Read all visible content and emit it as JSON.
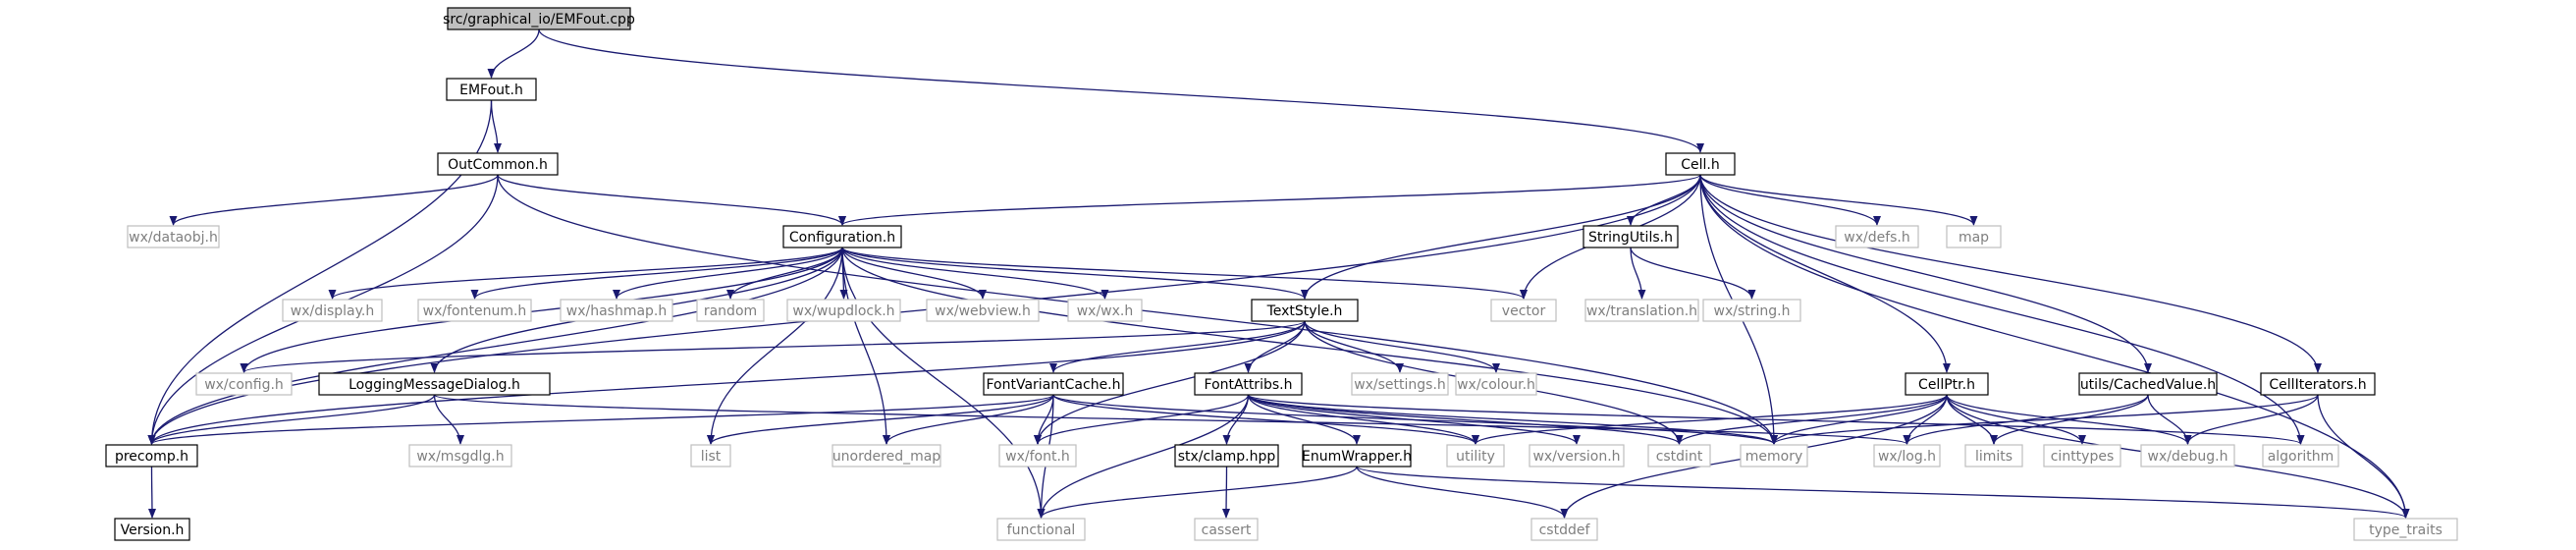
{
  "graph": {
    "nodes": [
      {
        "id": "root",
        "label": "src/graphical_io/EMFout.cpp",
        "kind": "root"
      },
      {
        "id": "emfout",
        "label": "EMFout.h",
        "kind": "internal"
      },
      {
        "id": "outcommon",
        "label": "OutCommon.h",
        "kind": "internal"
      },
      {
        "id": "cell",
        "label": "Cell.h",
        "kind": "internal"
      },
      {
        "id": "config",
        "label": "Configuration.h",
        "kind": "internal"
      },
      {
        "id": "dataobj",
        "label": "wx/dataobj.h",
        "kind": "external"
      },
      {
        "id": "stringutils",
        "label": "StringUtils.h",
        "kind": "internal"
      },
      {
        "id": "wxdefs",
        "label": "wx/defs.h",
        "kind": "external"
      },
      {
        "id": "map",
        "label": "map",
        "kind": "external"
      },
      {
        "id": "wxdisplay",
        "label": "wx/display.h",
        "kind": "external"
      },
      {
        "id": "wxfontenum",
        "label": "wx/fontenum.h",
        "kind": "external"
      },
      {
        "id": "wxhashmap",
        "label": "wx/hashmap.h",
        "kind": "external"
      },
      {
        "id": "random",
        "label": "random",
        "kind": "external"
      },
      {
        "id": "wxwupdlock",
        "label": "wx/wupdlock.h",
        "kind": "external"
      },
      {
        "id": "wxwebview",
        "label": "wx/webview.h",
        "kind": "external"
      },
      {
        "id": "wxwx",
        "label": "wx/wx.h",
        "kind": "external"
      },
      {
        "id": "textstyle",
        "label": "TextStyle.h",
        "kind": "internal"
      },
      {
        "id": "vector",
        "label": "vector",
        "kind": "external"
      },
      {
        "id": "wxtranslation",
        "label": "wx/translation.h",
        "kind": "external"
      },
      {
        "id": "wxstring",
        "label": "wx/string.h",
        "kind": "external"
      },
      {
        "id": "wxconfig",
        "label": "wx/config.h",
        "kind": "external"
      },
      {
        "id": "loggingdlg",
        "label": "LoggingMessageDialog.h",
        "kind": "internal"
      },
      {
        "id": "fontvariant",
        "label": "FontVariantCache.h",
        "kind": "internal"
      },
      {
        "id": "fontattribs",
        "label": "FontAttribs.h",
        "kind": "internal"
      },
      {
        "id": "wxsettings",
        "label": "wx/settings.h",
        "kind": "external"
      },
      {
        "id": "wxcolour",
        "label": "wx/colour.h",
        "kind": "external"
      },
      {
        "id": "cellptr",
        "label": "CellPtr.h",
        "kind": "internal"
      },
      {
        "id": "cachedvalue",
        "label": "utils/CachedValue.h",
        "kind": "internal"
      },
      {
        "id": "celliterators",
        "label": "CellIterators.h",
        "kind": "internal"
      },
      {
        "id": "precomp",
        "label": "precomp.h",
        "kind": "internal"
      },
      {
        "id": "wxmsgdlg",
        "label": "wx/msgdlg.h",
        "kind": "external"
      },
      {
        "id": "list",
        "label": "list",
        "kind": "external"
      },
      {
        "id": "unorderedmap",
        "label": "unordered_map",
        "kind": "external"
      },
      {
        "id": "wxfont",
        "label": "wx/font.h",
        "kind": "external"
      },
      {
        "id": "stxclamp",
        "label": "stx/clamp.hpp",
        "kind": "internal"
      },
      {
        "id": "enumwrapper",
        "label": "EnumWrapper.h",
        "kind": "internal"
      },
      {
        "id": "utility",
        "label": "utility",
        "kind": "external"
      },
      {
        "id": "wxversion",
        "label": "wx/version.h",
        "kind": "external"
      },
      {
        "id": "cstdint",
        "label": "cstdint",
        "kind": "external"
      },
      {
        "id": "memory",
        "label": "memory",
        "kind": "external"
      },
      {
        "id": "wxlog",
        "label": "wx/log.h",
        "kind": "external"
      },
      {
        "id": "limits",
        "label": "limits",
        "kind": "external"
      },
      {
        "id": "cinttypes",
        "label": "cinttypes",
        "kind": "external"
      },
      {
        "id": "wxdebug",
        "label": "wx/debug.h",
        "kind": "external"
      },
      {
        "id": "algorithm",
        "label": "algorithm",
        "kind": "external"
      },
      {
        "id": "version",
        "label": "Version.h",
        "kind": "internal"
      },
      {
        "id": "functional",
        "label": "functional",
        "kind": "external"
      },
      {
        "id": "cassert",
        "label": "cassert",
        "kind": "external"
      },
      {
        "id": "cstddef",
        "label": "cstddef",
        "kind": "external"
      },
      {
        "id": "typetraits",
        "label": "type_traits",
        "kind": "external"
      }
    ],
    "edges": [
      [
        "root",
        "emfout"
      ],
      [
        "root",
        "cell"
      ],
      [
        "emfout",
        "outcommon"
      ],
      [
        "emfout",
        "precomp"
      ],
      [
        "outcommon",
        "config"
      ],
      [
        "outcommon",
        "dataobj"
      ],
      [
        "outcommon",
        "precomp"
      ],
      [
        "outcommon",
        "memory"
      ],
      [
        "cell",
        "config"
      ],
      [
        "cell",
        "stringutils"
      ],
      [
        "cell",
        "wxdefs"
      ],
      [
        "cell",
        "map"
      ],
      [
        "cell",
        "textstyle"
      ],
      [
        "cell",
        "vector"
      ],
      [
        "cell",
        "precomp"
      ],
      [
        "cell",
        "cellptr"
      ],
      [
        "cell",
        "cachedvalue"
      ],
      [
        "cell",
        "celliterators"
      ],
      [
        "cell",
        "memory"
      ],
      [
        "cell",
        "algorithm"
      ],
      [
        "cell",
        "typetraits"
      ],
      [
        "config",
        "wxdisplay"
      ],
      [
        "config",
        "wxfontenum"
      ],
      [
        "config",
        "wxhashmap"
      ],
      [
        "config",
        "random"
      ],
      [
        "config",
        "wxwupdlock"
      ],
      [
        "config",
        "wxwebview"
      ],
      [
        "config",
        "wxwx"
      ],
      [
        "config",
        "textstyle"
      ],
      [
        "config",
        "vector"
      ],
      [
        "config",
        "wxconfig"
      ],
      [
        "config",
        "loggingdlg"
      ],
      [
        "config",
        "precomp"
      ],
      [
        "config",
        "list"
      ],
      [
        "config",
        "unorderedmap"
      ],
      [
        "config",
        "functional"
      ],
      [
        "config",
        "memory"
      ],
      [
        "stringutils",
        "wxtranslation"
      ],
      [
        "stringutils",
        "wxstring"
      ],
      [
        "textstyle",
        "wxconfig"
      ],
      [
        "textstyle",
        "fontvariant"
      ],
      [
        "textstyle",
        "fontattribs"
      ],
      [
        "textstyle",
        "wxsettings"
      ],
      [
        "textstyle",
        "wxcolour"
      ],
      [
        "textstyle",
        "precomp"
      ],
      [
        "textstyle",
        "wxfont"
      ],
      [
        "textstyle",
        "cstdint"
      ],
      [
        "loggingdlg",
        "precomp"
      ],
      [
        "loggingdlg",
        "wxmsgdlg"
      ],
      [
        "loggingdlg",
        "wxlog"
      ],
      [
        "fontvariant",
        "list"
      ],
      [
        "fontvariant",
        "unorderedmap"
      ],
      [
        "fontvariant",
        "wxfont"
      ],
      [
        "fontvariant",
        "utility"
      ],
      [
        "fontvariant",
        "precomp"
      ],
      [
        "fontvariant",
        "functional"
      ],
      [
        "fontvariant",
        "memory"
      ],
      [
        "fontattribs",
        "wxfont"
      ],
      [
        "fontattribs",
        "stxclamp"
      ],
      [
        "fontattribs",
        "enumwrapper"
      ],
      [
        "fontattribs",
        "utility"
      ],
      [
        "fontattribs",
        "wxversion"
      ],
      [
        "fontattribs",
        "cstdint"
      ],
      [
        "fontattribs",
        "memory"
      ],
      [
        "fontattribs",
        "functional"
      ],
      [
        "fontattribs",
        "algorithm"
      ],
      [
        "stxclamp",
        "cassert"
      ],
      [
        "enumwrapper",
        "functional"
      ],
      [
        "enumwrapper",
        "cstddef"
      ],
      [
        "enumwrapper",
        "typetraits"
      ],
      [
        "cellptr",
        "utility"
      ],
      [
        "cellptr",
        "cstdint"
      ],
      [
        "cellptr",
        "memory"
      ],
      [
        "cellptr",
        "wxlog"
      ],
      [
        "cellptr",
        "limits"
      ],
      [
        "cellptr",
        "cinttypes"
      ],
      [
        "cellptr",
        "wxdebug"
      ],
      [
        "cellptr",
        "cstddef"
      ],
      [
        "cellptr",
        "typetraits"
      ],
      [
        "cachedvalue",
        "wxlog"
      ],
      [
        "cachedvalue",
        "limits"
      ],
      [
        "cachedvalue",
        "wxdebug"
      ],
      [
        "celliterators",
        "memory"
      ],
      [
        "celliterators",
        "wxdebug"
      ],
      [
        "celliterators",
        "typetraits"
      ],
      [
        "precomp",
        "version"
      ]
    ]
  }
}
